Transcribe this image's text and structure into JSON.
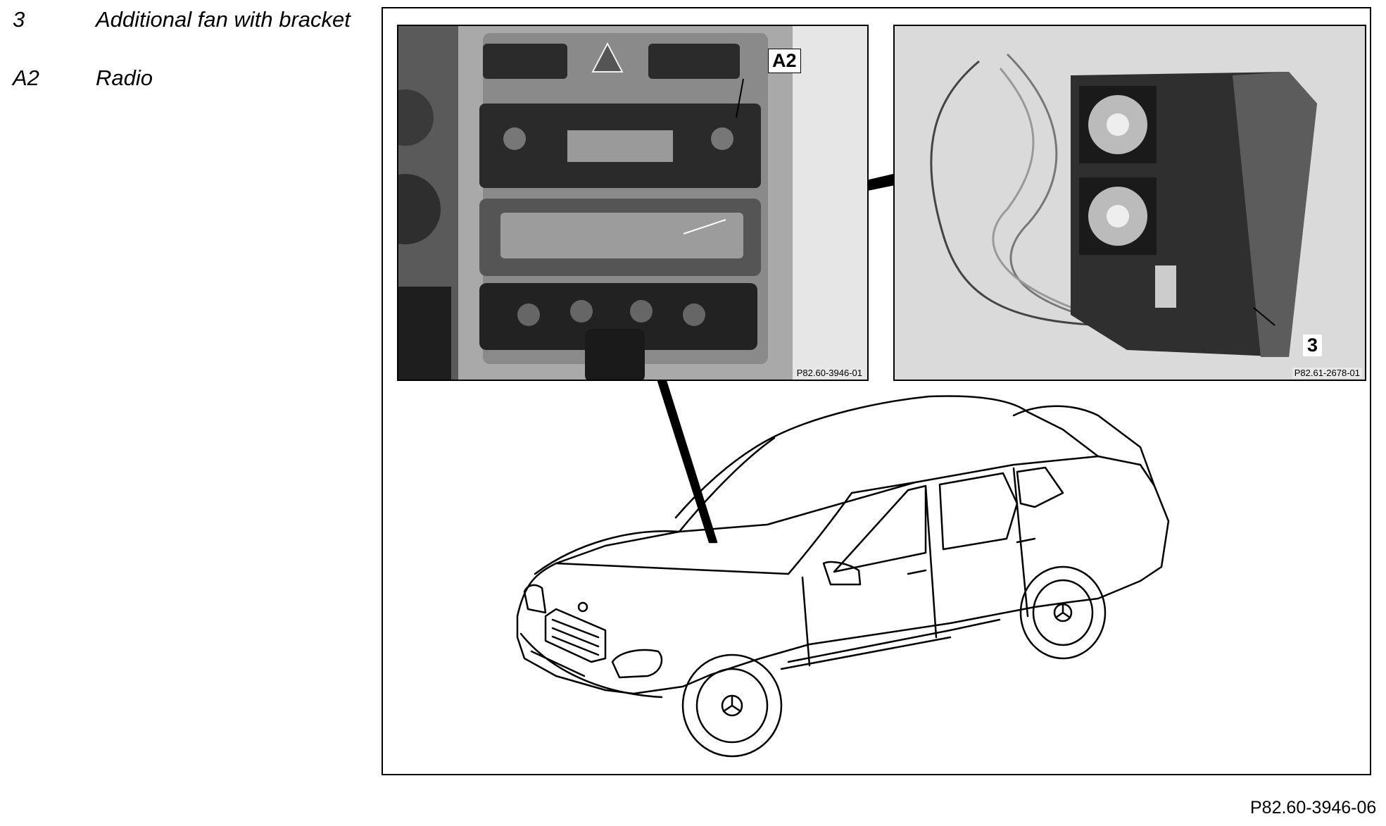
{
  "legend": [
    {
      "number": "3",
      "text": "Additional fan with bracket"
    },
    {
      "number": "A2",
      "text": "Radio"
    }
  ],
  "dash_photo": {
    "callout": "A2",
    "code": "P82.60-3946-01"
  },
  "fan_photo": {
    "callout": "3",
    "code": "P82.61-2678-01"
  },
  "figure_code": "P82.60-3946-06",
  "colors": {
    "line": "#000000",
    "photo_light": "#dcdcdc",
    "photo_dark": "#2a2a2a"
  }
}
